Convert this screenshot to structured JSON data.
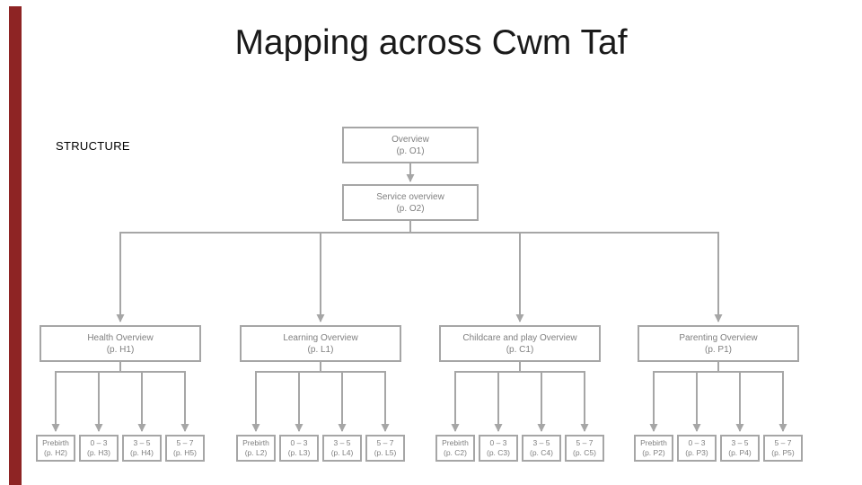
{
  "slide": {
    "title": "Mapping across Cwm Taf",
    "section_label": "STRUCTURE"
  },
  "colors": {
    "background": "#FFFFFF",
    "accent_bar": "#8E2424",
    "box_border": "#A6A6A6",
    "box_text": "#7F7F7F",
    "connector": "#A6A6A6",
    "title_text": "#1A1A1A",
    "section_label_text": "#000000"
  },
  "tree": {
    "root": {
      "title": "Overview",
      "page": "(p. O1)"
    },
    "service": {
      "title": "Service overview",
      "page": "(p. O2)"
    },
    "branches": [
      {
        "title": "Health Overview",
        "page": "(p. H1)",
        "children": [
          {
            "title": "Prebirth",
            "page": "(p. H2)"
          },
          {
            "title": "0 – 3",
            "page": "(p. H3)"
          },
          {
            "title": "3 – 5",
            "page": "(p. H4)"
          },
          {
            "title": "5 – 7",
            "page": "(p. H5)"
          }
        ]
      },
      {
        "title": "Learning Overview",
        "page": "(p. L1)",
        "children": [
          {
            "title": "Prebirth",
            "page": "(p. L2)"
          },
          {
            "title": "0 – 3",
            "page": "(p. L3)"
          },
          {
            "title": "3 – 5",
            "page": "(p. L4)"
          },
          {
            "title": "5 – 7",
            "page": "(p. L5)"
          }
        ]
      },
      {
        "title": "Childcare and play Overview",
        "page": "(p. C1)",
        "children": [
          {
            "title": "Prebirth",
            "page": "(p. C2)"
          },
          {
            "title": "0 – 3",
            "page": "(p. C3)"
          },
          {
            "title": "3 – 5",
            "page": "(p. C4)"
          },
          {
            "title": "5 – 7",
            "page": "(p. C5)"
          }
        ]
      },
      {
        "title": "Parenting Overview",
        "page": "(p. P1)",
        "children": [
          {
            "title": "Prebirth",
            "page": "(p. P2)"
          },
          {
            "title": "0 – 3",
            "page": "(p. P3)"
          },
          {
            "title": "3 – 5",
            "page": "(p. P4)"
          },
          {
            "title": "5 – 7",
            "page": "(p. P5)"
          }
        ]
      }
    ]
  }
}
